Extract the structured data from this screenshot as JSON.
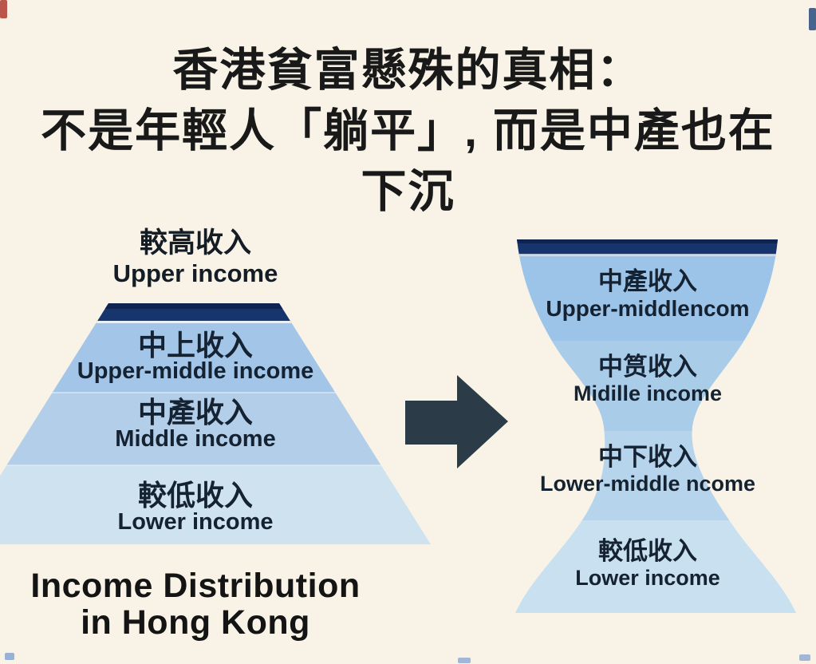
{
  "title": {
    "line1": "香港貧富懸殊的真相：",
    "line2": "不是年輕人「躺平」, 而是中產也在",
    "line3": "下沉"
  },
  "left_chart": {
    "shape": "pyramid",
    "top_label": {
      "zh": "較高收入",
      "en": "Upper income"
    },
    "bands": [
      {
        "zh": "中上收入",
        "en": "Upper-middle income"
      },
      {
        "zh": "中產收入",
        "en": "Middle income"
      },
      {
        "zh": "較低收入",
        "en": "Lower income"
      }
    ],
    "caption": {
      "line1": "Income Distribution",
      "line2": "in Hong Kong"
    }
  },
  "right_chart": {
    "shape": "hourglass",
    "bands": [
      {
        "zh": "中產收入",
        "en": "Upper-middlencom"
      },
      {
        "zh": "中筼收入",
        "en": "Midille income"
      },
      {
        "zh": "中下收入",
        "en": "Lower-middle ncome"
      },
      {
        "zh": "較低收入",
        "en": "Lower income"
      }
    ]
  },
  "icons": {
    "arrow": "right-block-arrow"
  },
  "colors": {
    "background": "#f8f3e6",
    "title_text": "#191919",
    "band_text": "#152232",
    "navy": "#17356d",
    "navy_dark": "#0e2350",
    "separator_line": "#e7f0f8",
    "left_band_upper_middle": "#a2c5e8",
    "left_band_middle": "#b2cee8",
    "left_band_lower": "#cfe2ef",
    "right_band_1": "#9cc3e8",
    "right_band_2": "#a9cce9",
    "right_band_3": "#b6d4ec",
    "right_band_4": "#c8e0f0",
    "arrow": "#2b3b47",
    "artifact_red": "#b03a2e",
    "artifact_blue": "#4a7bc4"
  }
}
